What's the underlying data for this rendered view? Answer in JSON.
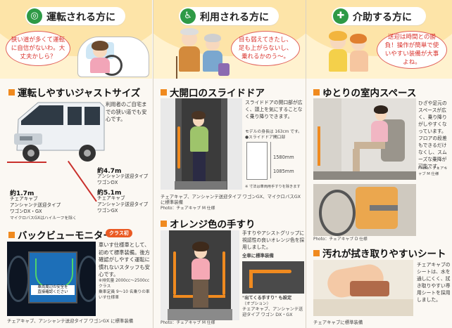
{
  "headers": [
    {
      "title": "運転される方に",
      "icon": "steering-wheel-icon",
      "bubble": "狭い道が多くて運転に自信がないわ。大丈夫かしら？"
    },
    {
      "title": "利用される方に",
      "icon": "wheelchair-icon",
      "bubble": "目も弱えてきたし、足も上がらないし、乗れるかのう〜。"
    },
    {
      "title": "介助する方に",
      "icon": "caregiver-icon",
      "bubble": "送迎は時間との勝負！操作が簡単で使いやすい装備が大事よね。"
    }
  ],
  "left": {
    "section1": {
      "title": "運転しやすいジャストサイズ",
      "body": "利用者のご自宅までの狭い道でも安心です。",
      "height_value": "約1.7m",
      "height_desc": "チェアキャブ\nアンシャンテ送迎タイプ\nワゴンDX・GX",
      "height_note": "マイクロバスGXはハイルーフを除く",
      "len1_value": "約4.7m",
      "len1_desc": "アンシャンテ送迎タイプ\nワゴンDX",
      "len2_value": "約5.1m",
      "len2_desc": "チェアキャブ\nアンシャンテ送迎タイプ\nワゴンGX"
    },
    "section2": {
      "title": "バックビューモニター",
      "badge": "クラス初",
      "body": "車いす仕様車として、初めて標準装備。後方確認がしやすく運転に慣れないスタッフも安心です。",
      "note": "※排気量 2000cc〜2500cc クラス\n乗車定員 9〜10 名乗りの車いす仕様車",
      "caption": "チェアキャブ、アンシャンテ送迎タイプ ワゴンGX に標準装備",
      "screen_text": "車両周辺の安全を\n直接確認ください"
    }
  },
  "middle": {
    "section1": {
      "title": "大開口のスライドドア",
      "body": "スライドドアの開口部が広く、頭上を気にすることなく乗り降りできます。",
      "dim_note": "モデルの身長は 163cm です。",
      "dim_label": "●スライドドア開口部",
      "dim_h": "1580mm",
      "dim_w": "1085mm",
      "dim_caveat": "※ 寸法は車両用手すりを除きます",
      "caption": "チェアキャブ、アンシャンテ送迎タイプ ワゴンGX、マイクロバスGX に標準装備",
      "photo_caption": "Photo：チェアキャブ M 仕様"
    },
    "section2": {
      "title": "オレンジ色の手すり",
      "body": "手すりやアシストグリップに視認性の良いオレンジ色を採用しました。",
      "std_label": "全車に標準装備",
      "option_label": "\"出てくる手すり\" も設定",
      "option_sub": "（オプション）",
      "option_desc": "チェアキャブ、アンシャンテ送迎タイプ ワゴン DX・GX",
      "photo_caption": "Photo：チェアキャブ M 仕様"
    }
  },
  "right": {
    "section1": {
      "title": "ゆとりの室内スペース",
      "body": "ひざや足元のスペースが広く、乗り降りがしやすくなっています。フロアの段差もできるだけなくし、スムーズな乗降が可能です。",
      "photo_caption": "Photo：チェアキャブ M 仕様",
      "photo2_caption": "Photo：チェアキャブ D 仕様"
    },
    "section2": {
      "title": "汚れが拭き取りやすいシート",
      "body": "チェアキャブのシートは、水を通しにくく、拭き取りやすい専用シートを採用しました。",
      "caption": "チェアキャブに標準装備"
    }
  },
  "colors": {
    "accent": "#f08a1f",
    "badge": "#ea5a23",
    "headerband": "#fde4a8",
    "bubble_text": "#d9322c",
    "icon_green": "#2e9a46"
  }
}
